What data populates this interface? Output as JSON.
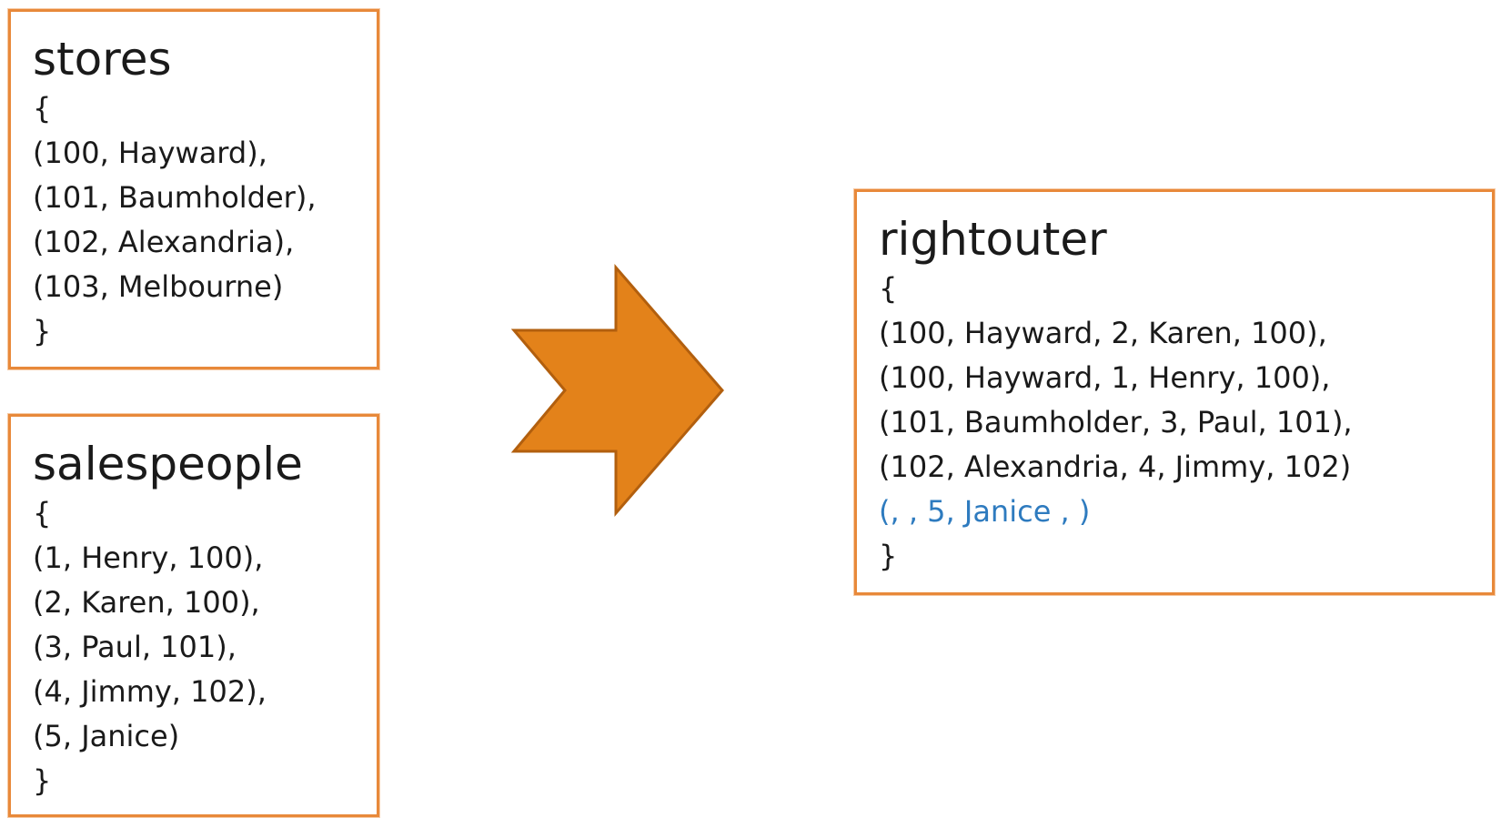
{
  "stores": {
    "title": "stores",
    "lines": [
      "{",
      "(100, Hayward),",
      "(101, Baumholder),",
      "(102, Alexandria),",
      "(103, Melbourne)",
      "}"
    ]
  },
  "salespeople": {
    "title": "salespeople",
    "lines": [
      "{",
      "(1, Henry, 100),",
      "(2, Karen, 100),",
      "(3, Paul, 101),",
      "(4, Jimmy, 102),",
      "(5, Janice)",
      "}"
    ]
  },
  "rightouter": {
    "title": "rightouter",
    "lines": [
      "{",
      "(100, Hayward, 2, Karen, 100),",
      "(100, Hayward, 1, Henry, 100),",
      "(101, Baumholder, 3, Paul, 101),",
      "(102, Alexandria, 4, Jimmy, 102)",
      "(, , 5, Janice , )",
      "}"
    ],
    "highlight_line_index": 5
  },
  "colors": {
    "box_border": "#e8893a",
    "arrow_fill": "#e3821a",
    "arrow_stroke": "#b25f0e",
    "highlight_text": "#2e7bbf",
    "text": "#1a1a1a"
  },
  "icons": {
    "arrow": "chevron-arrow-right-icon"
  }
}
